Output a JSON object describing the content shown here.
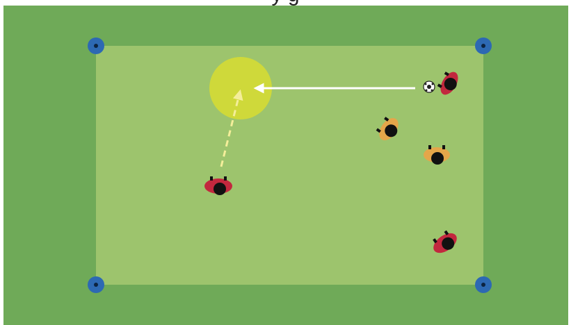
{
  "diagram": {
    "title_fragment": "y                               g",
    "colors": {
      "outer_grass": "#6faa58",
      "inner_grass": "#9dc46d",
      "target_zone": "#cfd93a",
      "cone": "#2d69b3",
      "pass_arrow": "#ffffff",
      "run_arrow": "#f4ee9a",
      "team_red": "#c2283e",
      "team_orange": "#e5a64a",
      "player_head": "#111111"
    },
    "elements": {
      "cones": [
        "corner-cone",
        "corner-cone",
        "corner-cone",
        "corner-cone"
      ],
      "target_zone": "target-zone",
      "pass": "solid-pass-arrow",
      "run": "dashed-run-arrow",
      "ball": "soccer-ball-icon",
      "players": [
        {
          "team": "red",
          "role": "passer"
        },
        {
          "team": "red",
          "role": "runner"
        },
        {
          "team": "red",
          "role": "player"
        },
        {
          "team": "orange",
          "role": "defender"
        },
        {
          "team": "orange",
          "role": "defender"
        }
      ]
    }
  }
}
